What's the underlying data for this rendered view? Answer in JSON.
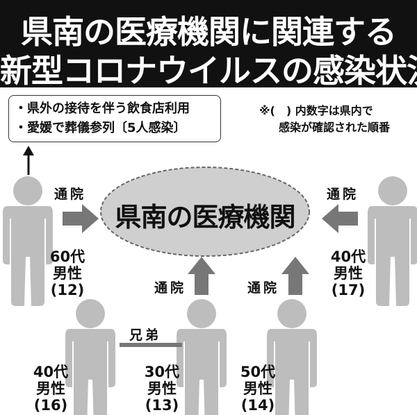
{
  "header": {
    "title_line1": "県南の医療機関に関連する",
    "title_line2": "新型コロナウイルスの感染状況"
  },
  "source_box": {
    "items": [
      "・県外の接待を伴う飲食店利用",
      "・愛媛で葬儀参列〔5人感染〕"
    ]
  },
  "note": {
    "line1": "※(　) 内数字は県内で",
    "line2": "感染が確認された順番"
  },
  "center": {
    "label": "県南の医療機関"
  },
  "relation_labels": {
    "visit": "通院",
    "brothers": "兄弟"
  },
  "people": [
    {
      "age": "60代",
      "sex": "男性",
      "order": "(12)"
    },
    {
      "age": "40代",
      "sex": "男性",
      "order": "(17)"
    },
    {
      "age": "40代",
      "sex": "男性",
      "order": "(16)"
    },
    {
      "age": "30代",
      "sex": "男性",
      "order": "(13)"
    },
    {
      "age": "50代",
      "sex": "男性",
      "order": "(14)"
    }
  ],
  "colors": {
    "header_bg": "#111111",
    "figure": "#bdbdbd",
    "arrow": "#777777",
    "ellipse": "#cfcfcf"
  }
}
